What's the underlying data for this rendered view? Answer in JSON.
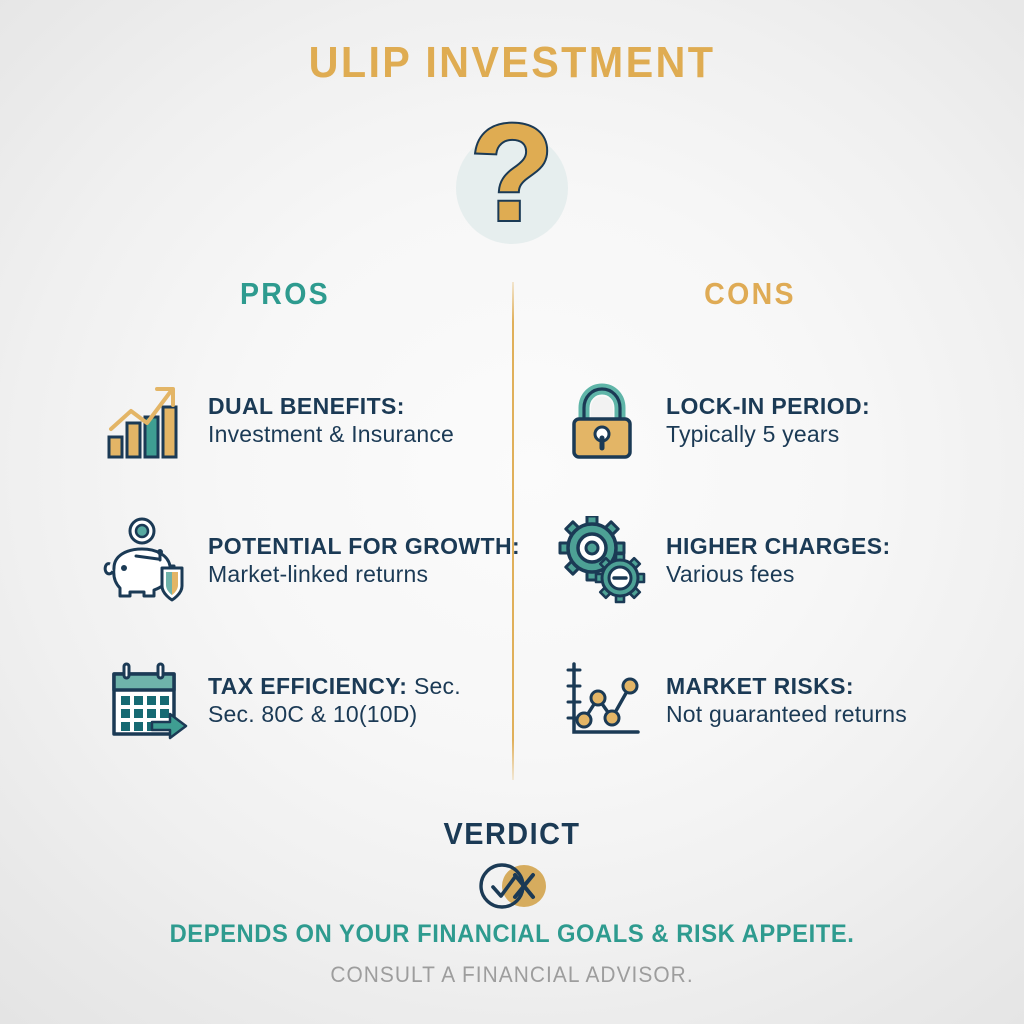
{
  "title": "ULIP INVESTMENT",
  "hero_icon": "question-mark-icon",
  "columns": {
    "pros_label": "PROS",
    "cons_label": "CONS"
  },
  "pros": [
    {
      "icon": "bar-chart-growth-icon",
      "heading": "DUAL BENEFITS:",
      "detail": "Investment & Insurance",
      "line1": "DUAL BENEFITS:",
      "line2": "Investment & Insurance"
    },
    {
      "icon": "piggy-bank-shield-icon",
      "heading": "POTENTIAL FOR GROWTH:",
      "detail": "Market-linked returns",
      "line1": "POTENTIAL FOR GROWTH:",
      "line2": "Market-linked returns"
    },
    {
      "icon": "calendar-arrow-icon",
      "heading": "TAX EFFICIENCY:",
      "detail": "Sec.",
      "line1_bold": "TAX EFFICIENCY:",
      "line1_rest": " Sec.",
      "line2": "Sec. 80C & 10(10D)"
    }
  ],
  "cons": [
    {
      "icon": "padlock-icon",
      "heading": "LOCK-IN PERIOD:",
      "detail": "Typically 5 years",
      "line1": "LOCK-IN PERIOD:",
      "line2": "Typically 5 years"
    },
    {
      "icon": "gears-icon",
      "heading": "HIGHER CHARGES:",
      "detail": "Various fees",
      "line1": "HIGHER CHARGES:",
      "line2": "Various fees"
    },
    {
      "icon": "line-chart-volatility-icon",
      "heading": "MARKET RISKS:",
      "detail": "Not guaranteed returns",
      "line1": "MARKET RISKS:",
      "line2": "Not guaranteed returns"
    }
  ],
  "verdict": {
    "title": "VERDICT",
    "icon": "check-and-cross-icon",
    "statement": "DEPENDS ON YOUR FINANCIAL GOALS & RISK APPEITE.",
    "disclaimer": "CONSULT A FINANCIAL ADVISOR."
  },
  "colors": {
    "navy": "#1b3a55",
    "teal": "#2e9b8f",
    "gold": "#dfac52",
    "gray": "#9d9d9d",
    "background": "#f2f2f2"
  }
}
